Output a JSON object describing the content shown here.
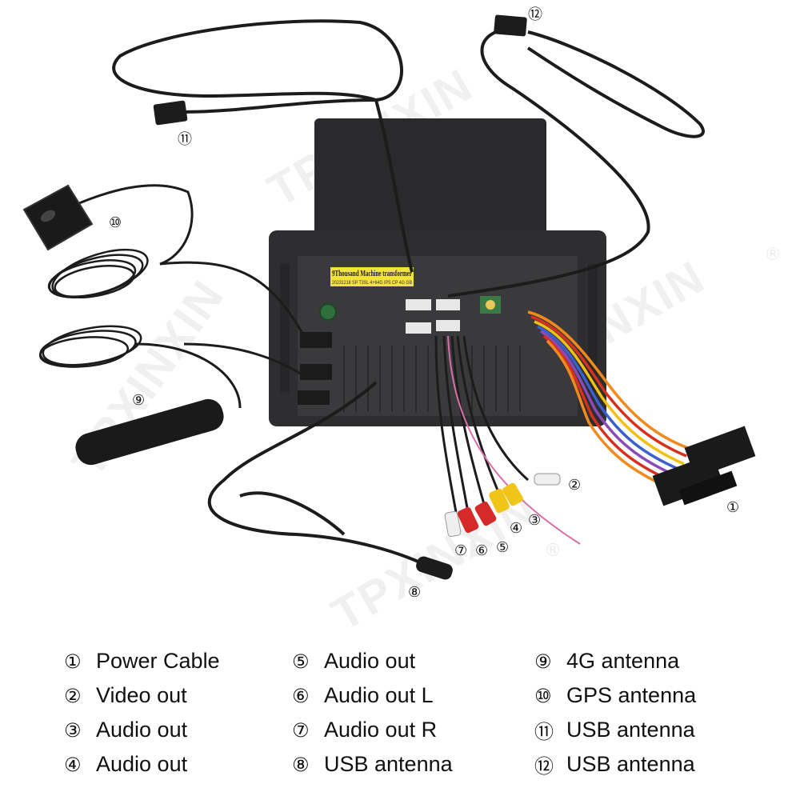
{
  "brand": {
    "watermark": "TPXINXIN",
    "trademark": "®"
  },
  "unit_label": {
    "line1": "9Thousand Machine transformer",
    "line2": "20231218 SP T3SL 4+64G IPS CP 4G GB"
  },
  "callouts": [
    {
      "id": 1,
      "mark": "①"
    },
    {
      "id": 2,
      "mark": "②"
    },
    {
      "id": 3,
      "mark": "③"
    },
    {
      "id": 4,
      "mark": "④"
    },
    {
      "id": 5,
      "mark": "⑤"
    },
    {
      "id": 6,
      "mark": "⑥"
    },
    {
      "id": 7,
      "mark": "⑦"
    },
    {
      "id": 8,
      "mark": "⑧"
    },
    {
      "id": 9,
      "mark": "⑨"
    },
    {
      "id": 10,
      "mark": "⑩"
    },
    {
      "id": 11,
      "mark": "⑪"
    },
    {
      "id": 12,
      "mark": "⑫"
    }
  ],
  "legend": [
    {
      "mark": "①",
      "label": "Power Cable"
    },
    {
      "mark": "②",
      "label": "Video out"
    },
    {
      "mark": "③",
      "label": "Audio out"
    },
    {
      "mark": "④",
      "label": "Audio out"
    },
    {
      "mark": "⑤",
      "label": "Audio out"
    },
    {
      "mark": "⑥",
      "label": "Audio out L"
    },
    {
      "mark": "⑦",
      "label": "Audio out R"
    },
    {
      "mark": "⑧",
      "label": "USB antenna"
    },
    {
      "mark": "⑨",
      "label": "4G antenna"
    },
    {
      "mark": "⑩",
      "label": "GPS antenna"
    },
    {
      "mark": "⑪",
      "label": "USB antenna"
    },
    {
      "mark": "⑫",
      "label": "USB antenna"
    }
  ],
  "colors": {
    "unit_body": "#2e2e30",
    "unit_panel": "#3a3a3c",
    "cable": "#1c1c1c",
    "label_yellow": "#f3e23a",
    "rca_red": "#d62a2a",
    "rca_yellow": "#f0c419",
    "rca_white": "#efefef",
    "wire_pink": "#d96fa8",
    "harness_orange": "#f08a1c",
    "harness_red": "#d6301e",
    "harness_yellow": "#f2c012",
    "harness_blue": "#3a5fcf",
    "harness_purple": "#8a4bb8"
  }
}
